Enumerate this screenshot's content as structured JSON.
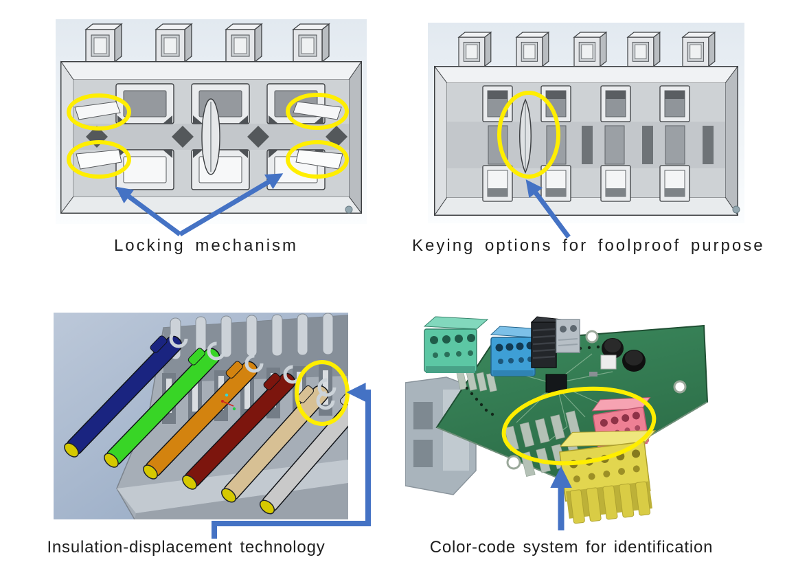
{
  "captions": {
    "locking": "Locking mechanism",
    "keying": "Keying options for foolproof purpose",
    "idc": "Insulation-displacement technology",
    "colorcode": "Color-code system for identification"
  },
  "colors": {
    "highlight_yellow": "#ffee00",
    "arrow_blue": "#4472c4",
    "caption_text": "#1f1f1f",
    "cad_background_top": "#e6edf3",
    "cad_background_idc": "#a9bcd4",
    "connector_gray": "#d3d6d9",
    "pcb_green": "#37845a"
  },
  "idc_wires": {
    "colors": [
      "#1a2480",
      "#38d526",
      "#d3830f",
      "#7c150d",
      "#d7c094",
      "#c9c9c9"
    ],
    "tip_color": "#d6c900"
  },
  "pcb_connector_colors": {
    "teal": "#5cc7a4",
    "blue": "#3e9fd6",
    "black": "#23262a",
    "gray": "#b7bfc6",
    "pink": "#ee8094",
    "yellow": "#e2d64f"
  }
}
